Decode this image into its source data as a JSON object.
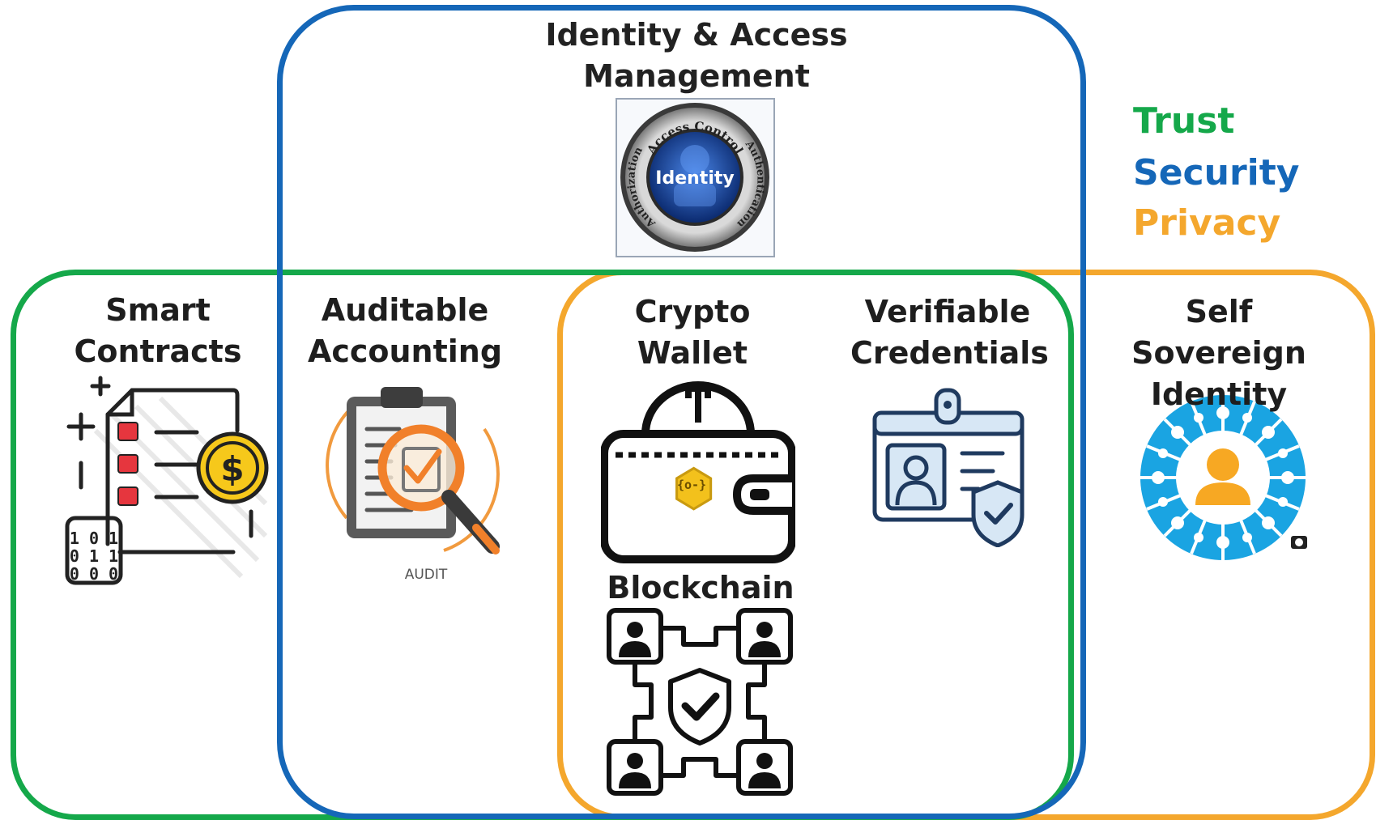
{
  "regions": {
    "iam": {
      "title_line1": "Identity & Access",
      "title_line2": "Management",
      "color": "#1567b8",
      "badge": {
        "top": "Access Control",
        "left": "Authorization",
        "right": "Authentication",
        "center": "Identity"
      }
    },
    "trust_region": {
      "color": "#15a84a"
    },
    "privacy_region": {
      "color": "#f4a72d"
    }
  },
  "legend": {
    "trust": {
      "text": "Trust",
      "color": "#15a84a"
    },
    "security": {
      "text": "Security",
      "color": "#1567b8"
    },
    "privacy": {
      "text": "Privacy",
      "color": "#f4a72d"
    }
  },
  "items": {
    "smart_contracts": {
      "line1": "Smart",
      "line2": "Contracts",
      "icon": "contract-dollar-icon"
    },
    "auditable_accounting": {
      "line1": "Auditable",
      "line2": "Accounting",
      "icon": "audit-magnifier-icon",
      "caption": "AUDIT"
    },
    "crypto_wallet": {
      "line1": "Crypto",
      "line2": "Wallet",
      "icon": "wallet-key-icon"
    },
    "verifiable_credentials": {
      "line1": "Verifiable",
      "line2": "Credentials",
      "icon": "id-card-shield-icon"
    },
    "self_sovereign": {
      "line1": "Self Sovereign",
      "line2": "Identity",
      "icon": "user-hub-wheel-icon"
    },
    "blockchain": {
      "line1": "Blockchain",
      "icon": "blockchain-network-icon"
    }
  }
}
